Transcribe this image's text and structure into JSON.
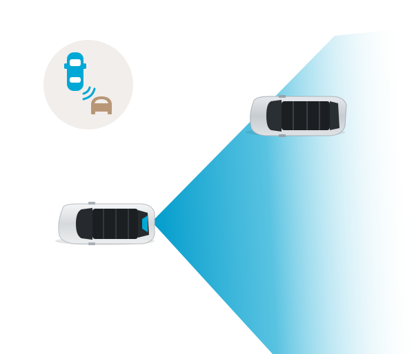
{
  "illustration": {
    "type": "forward-collision-sensor-diagram",
    "icons": {
      "badge": "collision-warning-icon",
      "ego_car_icon": "car-top-view-icon",
      "signal_icon": "sensor-signal-waves-icon",
      "obstacle_icon": "car-front-view-icon",
      "ego_vehicle": "white-suv-top-view",
      "lead_vehicle": "silver-suv-top-view",
      "beam": "sensor-detection-cone"
    },
    "colors": {
      "accent": "#00a8d6",
      "beam_start": "#009ccc",
      "badge_bg": "#f1eeeb",
      "obstacle_icon": "#b89676",
      "roof_dark": "#1c1f22"
    }
  }
}
